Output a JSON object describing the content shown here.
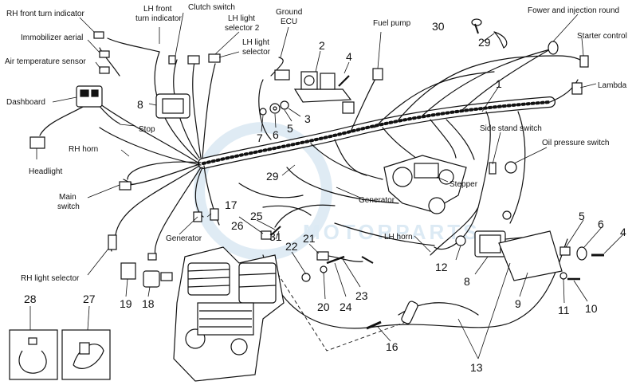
{
  "labels": {
    "rh_front_turn": "RH front turn indicator",
    "lh_front_turn_1": "LH front",
    "lh_front_turn_2": "turn indicator",
    "clutch_switch": "Clutch switch",
    "lh_light_sel2_1": "LH light",
    "lh_light_sel2_2": "selector 2",
    "lh_light_sel_1": "LH light",
    "lh_light_sel_2": "selector",
    "ground_ecu_1": "Ground",
    "ground_ecu_2": "ECU",
    "immobilizer": "Immobilizer aerial",
    "air_temp": "Air temperature sensor",
    "dashboard": "Dashboard",
    "stop": "Stop",
    "headlight": "Headlight",
    "rh_horn": "RH horn",
    "main_switch_1": "Main",
    "main_switch_2": "switch",
    "generator_left": "Generator",
    "rh_light_selector": "RH light selector",
    "fuel_pump": "Fuel pump",
    "power_injection": "Fower and injection round",
    "starter_control": "Starter control",
    "lambda": "Lambda",
    "side_stand": "Side stand switch",
    "oil_pressure": "Oil pressure switch",
    "stepper": "Stepper",
    "generator_center": "Generator",
    "lh_horn": "LH horn"
  },
  "part_numbers": {
    "n1": "1",
    "n2": "2",
    "n3": "3",
    "n4": "4",
    "n5": "5",
    "n6": "6",
    "n7": "7",
    "n8": "8",
    "n29": "29",
    "n30": "30",
    "n17": "17",
    "n25": "25",
    "n26": "26",
    "n31": "31",
    "n22": "22",
    "n21": "21",
    "n20": "20",
    "n24": "24",
    "n23": "23",
    "n19": "19",
    "n18": "18",
    "n16": "16",
    "n12": "12",
    "n8b": "8",
    "n9": "9",
    "n11": "11",
    "n10": "10",
    "n5b": "5",
    "n6b": "6",
    "n4b": "4",
    "n13": "13",
    "n28": "28",
    "n27": "27",
    "n29b": "29"
  },
  "watermark": "MOTORPARTS"
}
